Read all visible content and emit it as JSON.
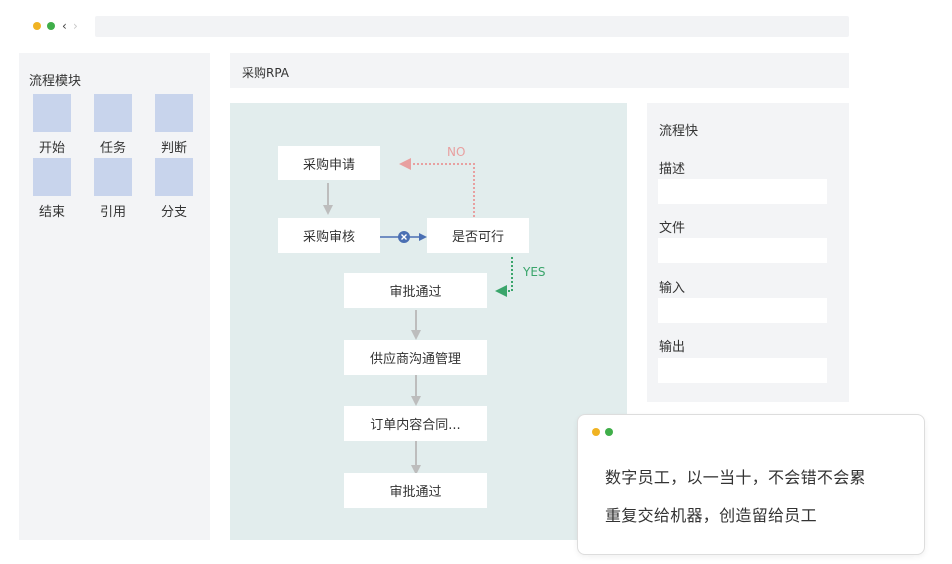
{
  "window": {
    "dots": [
      "#f0b323",
      "#3fae49"
    ]
  },
  "palette": {
    "title": "流程模块",
    "tile_color": "#c8d4ec",
    "items": [
      {
        "label": "开始"
      },
      {
        "label": "任务"
      },
      {
        "label": "判断"
      },
      {
        "label": "结束"
      },
      {
        "label": "引用"
      },
      {
        "label": "分支"
      }
    ]
  },
  "header": {
    "title": "采购RPA"
  },
  "flow": {
    "nodes": [
      {
        "label": "采购申请"
      },
      {
        "label": "采购审核"
      },
      {
        "label": "是否可行"
      },
      {
        "label": "审批通过"
      },
      {
        "label": "供应商沟通管理"
      },
      {
        "label": "订单内容合同..."
      },
      {
        "label": "审批通过"
      }
    ],
    "no_label": "NO",
    "yes_label": "YES",
    "colors": {
      "arrow": "#bdbdbd",
      "no": "#e8a0a0",
      "yes": "#3aa56b",
      "link": "#4a6fb3"
    }
  },
  "properties": {
    "title": "流程快",
    "fields": [
      {
        "label": "描述"
      },
      {
        "label": "文件"
      },
      {
        "label": "输入"
      },
      {
        "label": "输出"
      }
    ]
  },
  "card": {
    "dots": [
      "#f0b323",
      "#3fae49"
    ],
    "lines": [
      "数字员工，以一当十，不会错不会累",
      "重复交给机器，创造留给员工"
    ]
  }
}
